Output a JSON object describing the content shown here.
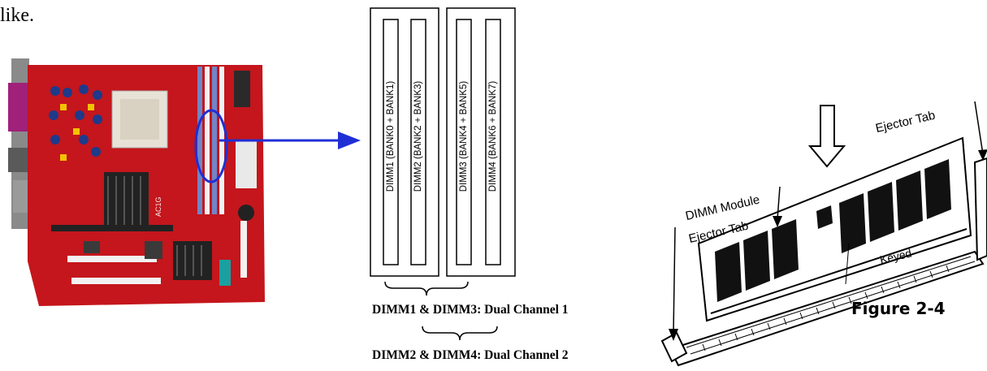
{
  "intro_text": "like.",
  "motherboard": {
    "model_label": "AC1G"
  },
  "dimm_slots": [
    {
      "label": "DIMM1 (BANK0 + BANK1)"
    },
    {
      "label": "DIMM2 (BANK2 + BANK3)"
    },
    {
      "label": "DIMM3 (BANK4 + BANK5)"
    },
    {
      "label": "DIMM4 (BANK6 + BANK7)"
    }
  ],
  "channel_captions": {
    "channel1": "DIMM1 & DIMM3: Dual Channel 1",
    "channel2": "DIMM2 & DIMM4: Dual Channel 2"
  },
  "install_diagram": {
    "ejector_tab_right": "Ejector Tab",
    "dimm_module": "DIMM Module",
    "ejector_tab_left": "Ejector Tab",
    "keyed": "Keyed"
  },
  "figure_label": "Figure 2-4",
  "colors": {
    "board_red": "#c4161c",
    "arrow_blue": "#1f2fd6",
    "dimm_slot_blue": "#6f86c8"
  }
}
